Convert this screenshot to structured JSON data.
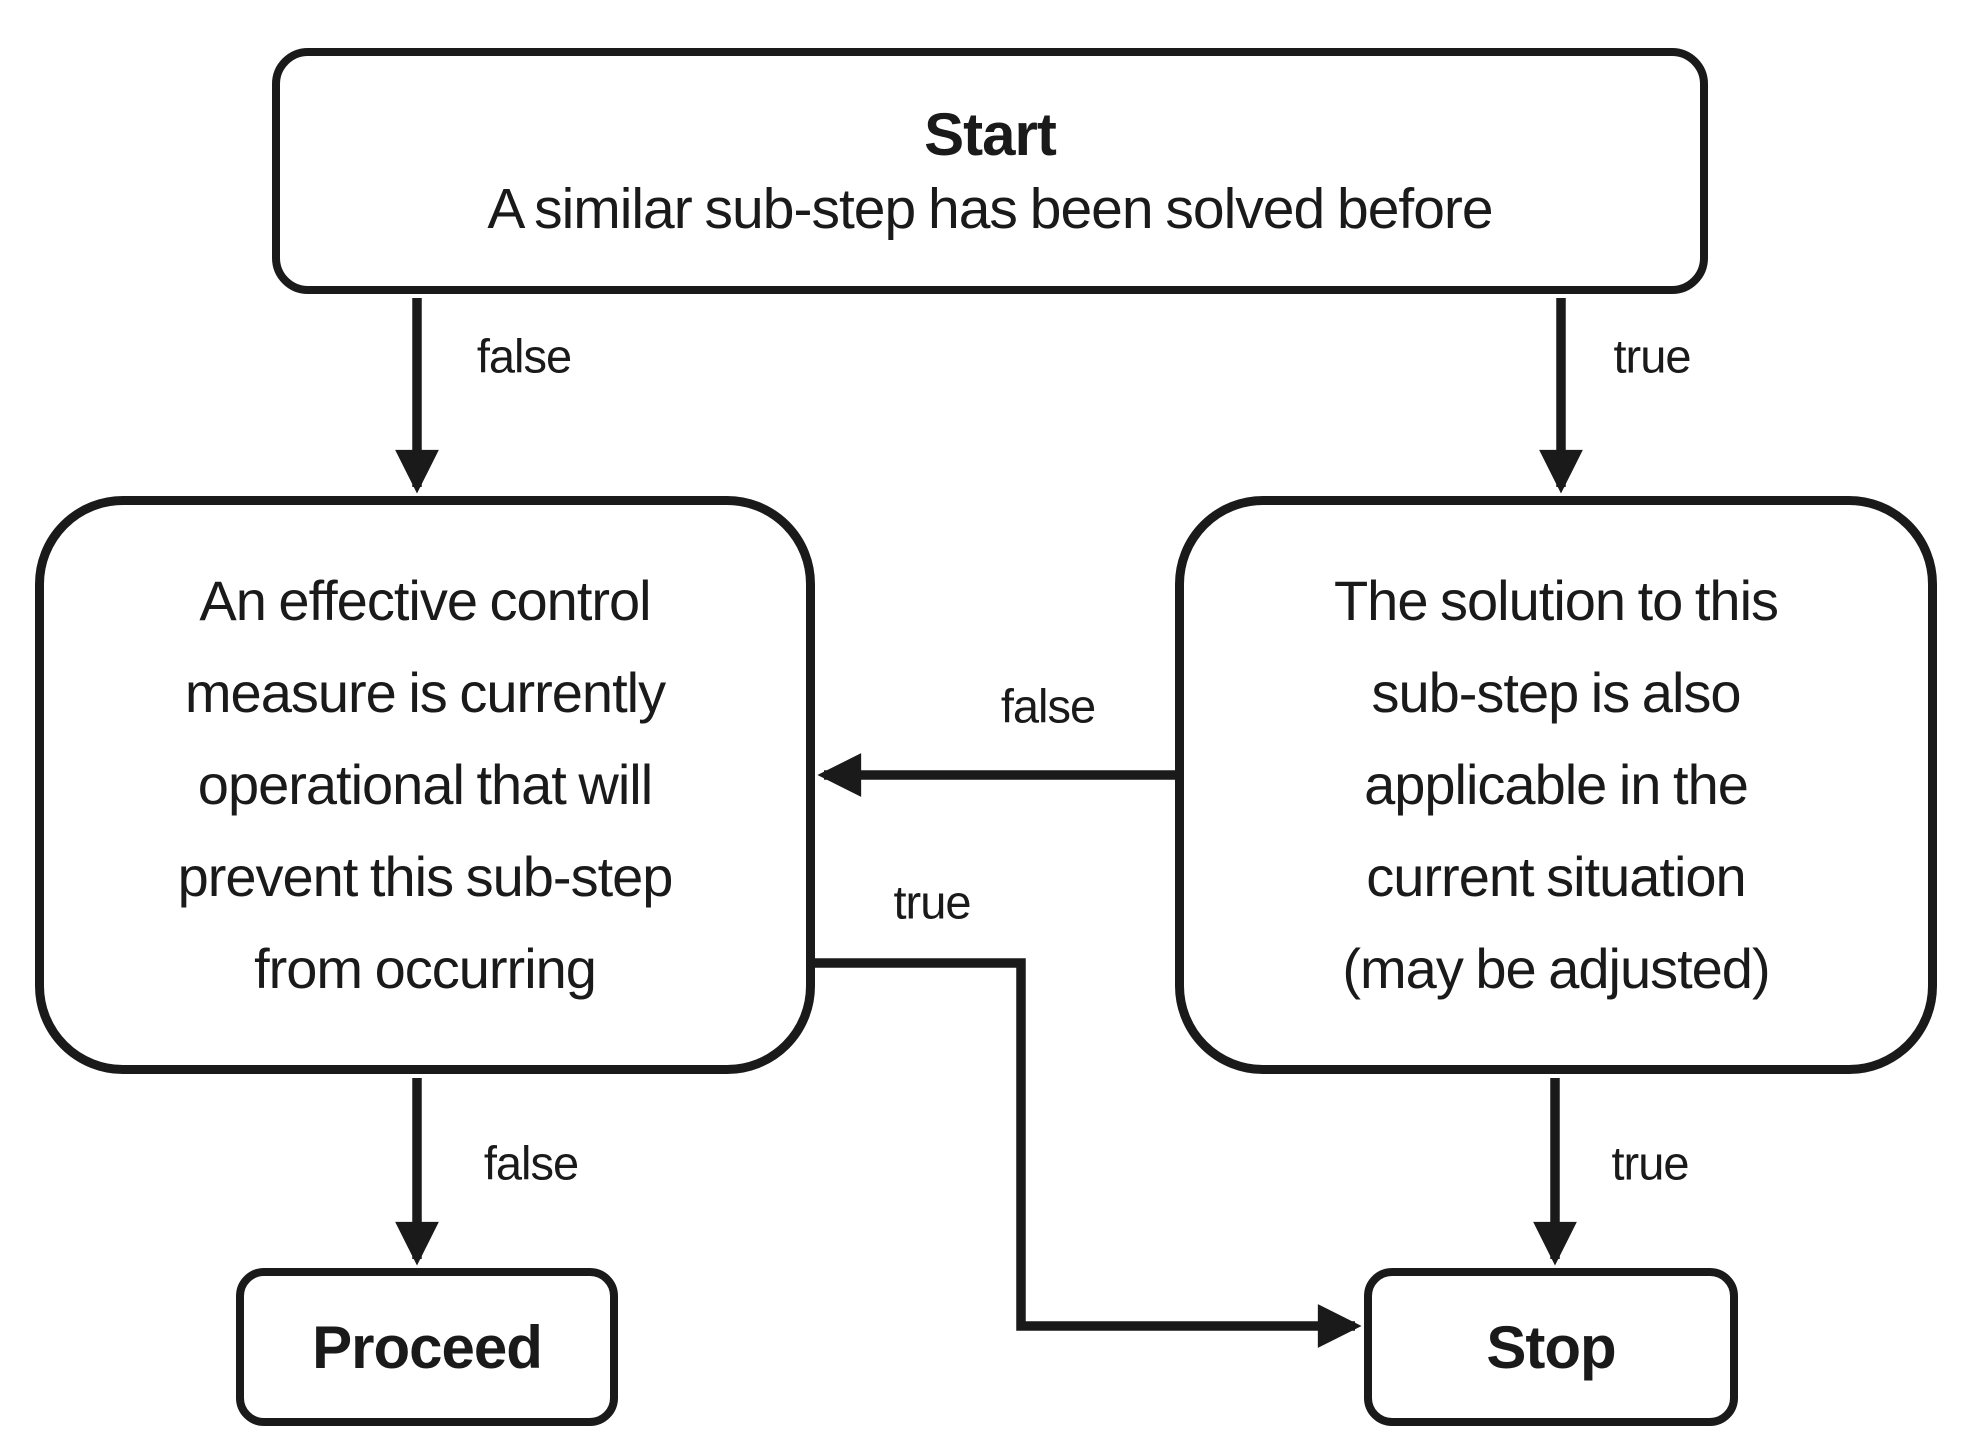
{
  "nodes": {
    "start": {
      "title": "Start",
      "subtitle": "A similar sub-step has been solved before"
    },
    "left": {
      "text": "An effective control\nmeasure is currently\noperational that will\nprevent this sub-step\nfrom occurring"
    },
    "right": {
      "text": "The solution to this\nsub-step is also\napplicable in the\ncurrent situation\n(may be adjusted)"
    },
    "proceed": {
      "label": "Proceed"
    },
    "stop": {
      "label": "Stop"
    }
  },
  "edge_labels": {
    "start_left": "false",
    "start_right": "true",
    "right_left": "false",
    "left_stop": "true",
    "left_proceed": "false",
    "right_stop": "true"
  },
  "colors": {
    "stroke": "#1a1a1a",
    "background": "#ffffff",
    "text": "#1a1a1a"
  }
}
